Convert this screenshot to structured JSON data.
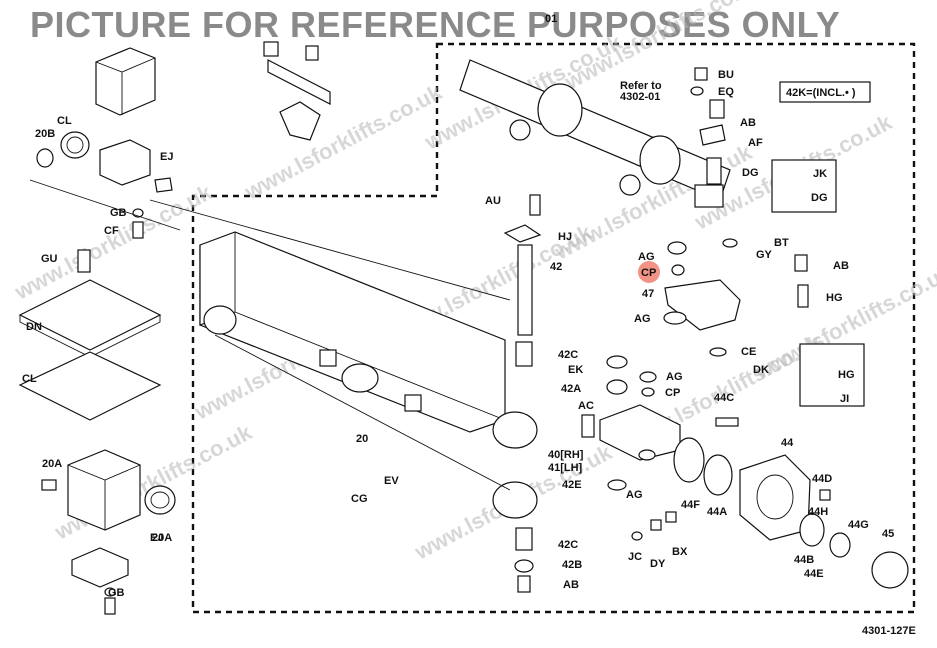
{
  "banner": "PICTURE FOR REFERENCE PURPOSES ONLY",
  "reference": {
    "line1": "Refer to",
    "line2": "4302-01"
  },
  "kit_note": "42K=(INCL.• )",
  "diagram_code": "4301-127E",
  "highlight_label": "CP",
  "highlight_color": "#f08070",
  "watermark": "www.lsforklifts.co.uk",
  "labels": [
    "01",
    "BU",
    "EQ",
    "AB",
    "AF",
    "DG",
    "JK",
    "DG",
    "AU",
    "HJ",
    "42",
    "AG",
    "CP",
    "47",
    "BT",
    "GY",
    "AB",
    "HG",
    "AG",
    "CE",
    "DK",
    "HG",
    "JI",
    "EK",
    "42C",
    "42A",
    "AC",
    "AG",
    "CP",
    "40[RH]",
    "41[LH]",
    "42E",
    "AG",
    "44C",
    "44",
    "44D",
    "44H",
    "44G",
    "44A",
    "44F",
    "44B",
    "44E",
    "45",
    "JC",
    "DY",
    "BX",
    "42C",
    "42B",
    "AB",
    "20",
    "CG",
    "EV",
    "20A",
    "20B",
    "CL",
    "EJ",
    "GB",
    "CF",
    "GU",
    "DN",
    "CL",
    "20A",
    "EJ",
    "GB"
  ]
}
